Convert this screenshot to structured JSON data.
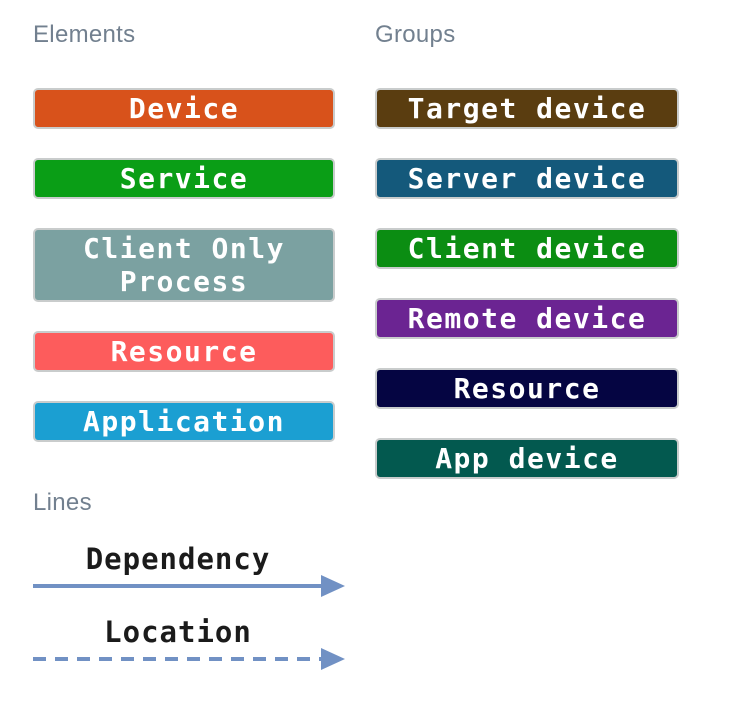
{
  "elements": {
    "title": "Elements",
    "items": [
      {
        "label": "Device",
        "color": "#d8521b"
      },
      {
        "label": "Service",
        "color": "#0a9e16"
      },
      {
        "label": "Client Only Process",
        "color": "#7ba1a1"
      },
      {
        "label": "Resource",
        "color": "#fd5c5c"
      },
      {
        "label": "Application",
        "color": "#1b9fd2"
      }
    ]
  },
  "groups": {
    "title": "Groups",
    "items": [
      {
        "label": "Target device",
        "color": "#5a3d10"
      },
      {
        "label": "Server device",
        "color": "#14597b"
      },
      {
        "label": "Client device",
        "color": "#0b8d12"
      },
      {
        "label": "Remote device",
        "color": "#6b2492"
      },
      {
        "label": "Resource",
        "color": "#050542"
      },
      {
        "label": "App device",
        "color": "#03594f"
      }
    ]
  },
  "lines": {
    "title": "Lines",
    "items": [
      {
        "label": "Dependency",
        "style": "solid",
        "color": "#7191c4"
      },
      {
        "label": "Location",
        "style": "dashed",
        "color": "#7191c4"
      }
    ]
  },
  "palette": {
    "background": "#ffffff",
    "section_title_color": "#72808f",
    "box_border_color": "#c9cccc",
    "box_text_color": "#ffffff",
    "line_label_color": "#1b1b1b",
    "arrow_color": "#7191c4"
  }
}
